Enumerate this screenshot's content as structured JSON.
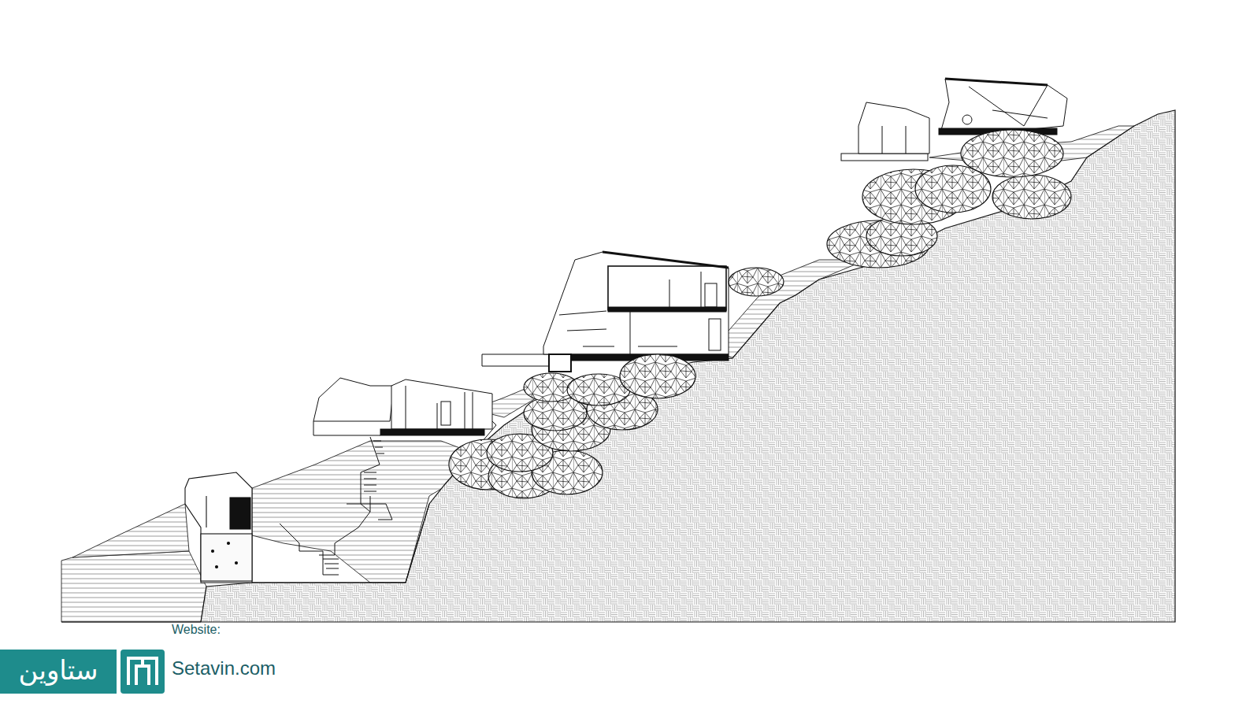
{
  "diagram": {
    "labels": [
      "ستاوین",
      "Website:",
      "Setavin.com"
    ]
  }
}
